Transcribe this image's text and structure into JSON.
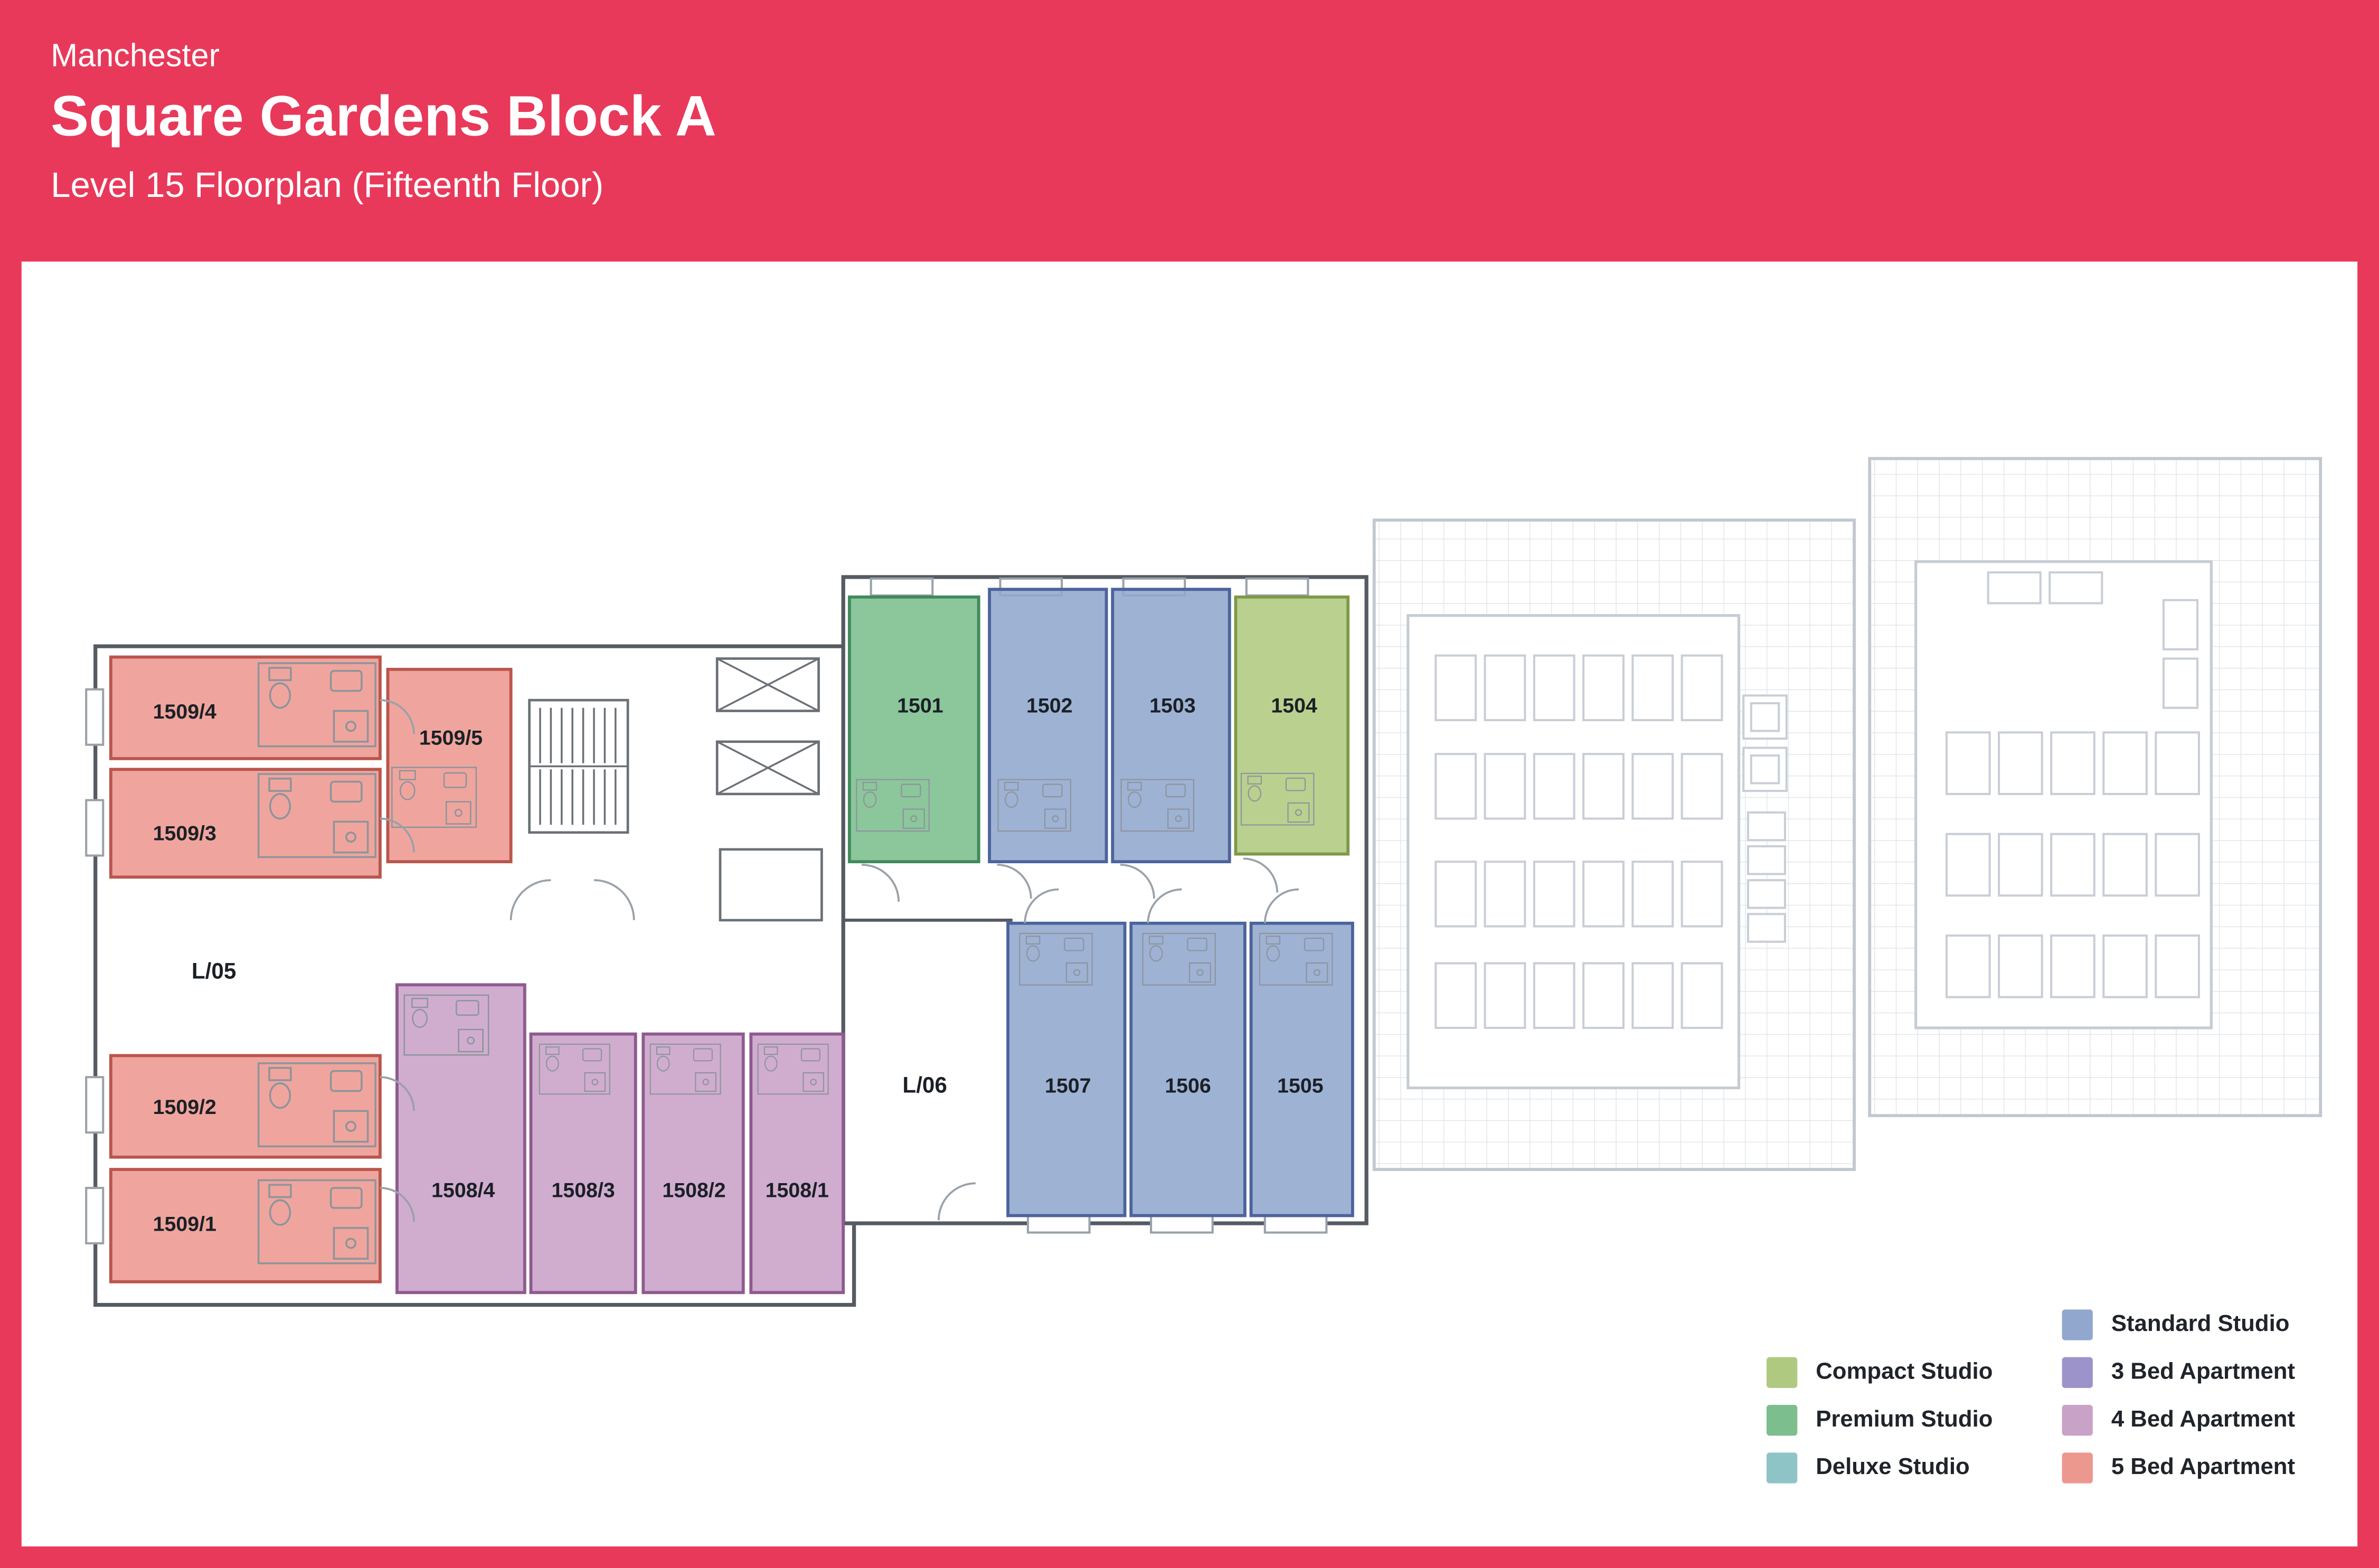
{
  "header": {
    "city": "Manchester",
    "title": "Square Gardens Block A",
    "subtitle": "Level 15 Floorplan (Fifteenth Floor)"
  },
  "colors": {
    "header_bg": "#E8395B",
    "compact": "#AFCA80",
    "premium": "#7CBE8D",
    "deluxe": "#8FC4C6",
    "standard": "#91A7CE",
    "bed3": "#9C93CB",
    "bed4": "#C9A2C8",
    "bed5": "#ED988F"
  },
  "lobbies": {
    "l05": {
      "label": "L/05"
    },
    "l06": {
      "label": "L/06"
    }
  },
  "rooms": {
    "r1509_4": {
      "label": "1509/4",
      "type": "5 Bed Apartment"
    },
    "r1509_3": {
      "label": "1509/3",
      "type": "5 Bed Apartment"
    },
    "r1509_5": {
      "label": "1509/5",
      "type": "5 Bed Apartment"
    },
    "r1509_2": {
      "label": "1509/2",
      "type": "5 Bed Apartment"
    },
    "r1509_1": {
      "label": "1509/1",
      "type": "5 Bed Apartment"
    },
    "r1508_4": {
      "label": "1508/4",
      "type": "4 Bed Apartment"
    },
    "r1508_3": {
      "label": "1508/3",
      "type": "4 Bed Apartment"
    },
    "r1508_2": {
      "label": "1508/2",
      "type": "4 Bed Apartment"
    },
    "r1508_1": {
      "label": "1508/1",
      "type": "4 Bed Apartment"
    },
    "r1501": {
      "label": "1501",
      "type": "Premium Studio"
    },
    "r1502": {
      "label": "1502",
      "type": "Standard Studio"
    },
    "r1503": {
      "label": "1503",
      "type": "Standard Studio"
    },
    "r1504": {
      "label": "1504",
      "type": "Compact Studio"
    },
    "r1505": {
      "label": "1505",
      "type": "Standard Studio"
    },
    "r1506": {
      "label": "1506",
      "type": "Standard Studio"
    },
    "r1507": {
      "label": "1507",
      "type": "Standard Studio"
    }
  },
  "legend": {
    "col1": [
      {
        "label": "Compact Studio",
        "color": "compact"
      },
      {
        "label": "Premium Studio",
        "color": "premium"
      },
      {
        "label": "Deluxe Studio",
        "color": "deluxe"
      }
    ],
    "col2": [
      {
        "label": "Standard Studio",
        "color": "standard"
      },
      {
        "label": "3 Bed Apartment",
        "color": "bed3"
      },
      {
        "label": "4 Bed Apartment",
        "color": "bed4"
      },
      {
        "label": "5 Bed Apartment",
        "color": "bed5"
      }
    ]
  }
}
